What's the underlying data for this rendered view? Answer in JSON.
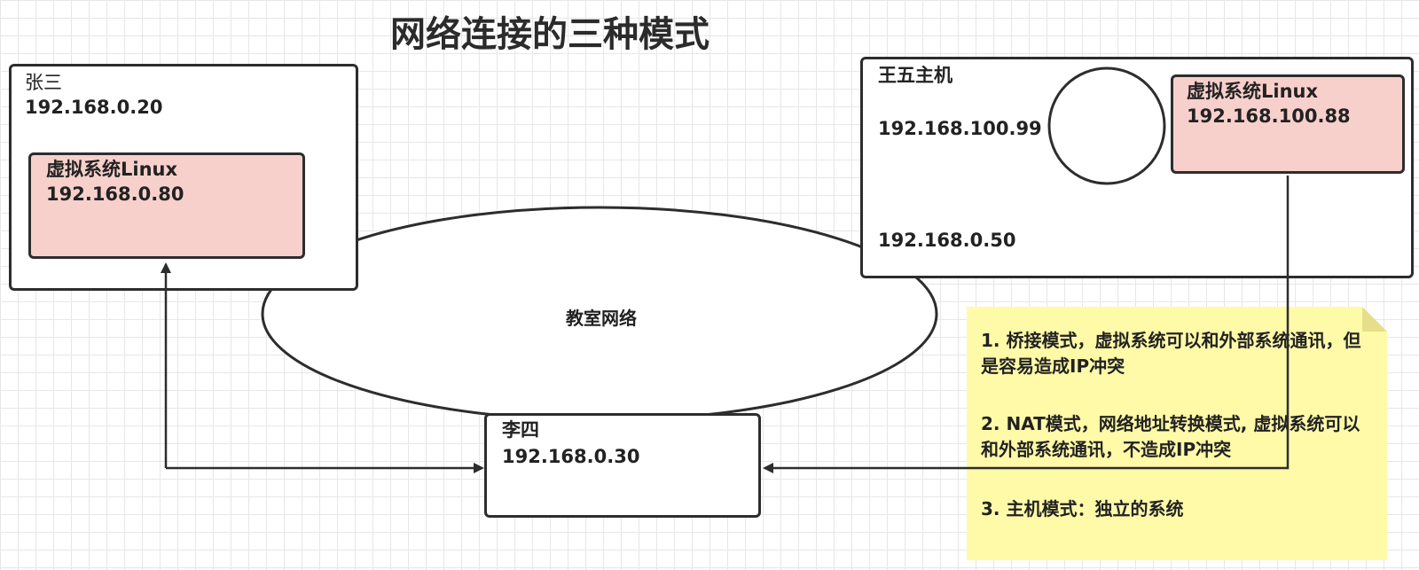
{
  "title": "网络连接的三种模式",
  "zhangsan": {
    "name": "张三",
    "ip": "192.168.0.20",
    "vm": {
      "name": "虚拟系统Linux",
      "ip": "192.168.0.80"
    }
  },
  "wangwu": {
    "name": "王五主机",
    "ip_host_only": "192.168.100.99",
    "ip_lan": "192.168.0.50",
    "vm": {
      "name": "虚拟系统Linux",
      "ip": "192.168.100.88"
    }
  },
  "classroom": {
    "label": "教室网络"
  },
  "lisi": {
    "name": "李四",
    "ip": "192.168.0.30"
  },
  "notes": [
    "1. 桥接模式，虚拟系统可以和外部系统通讯，但是容易造成IP冲突",
    "2. NAT模式，网络地址转换模式, 虚拟系统可以和外部系统通讯，不造成IP冲突",
    "3. 主机模式：独立的系统"
  ]
}
